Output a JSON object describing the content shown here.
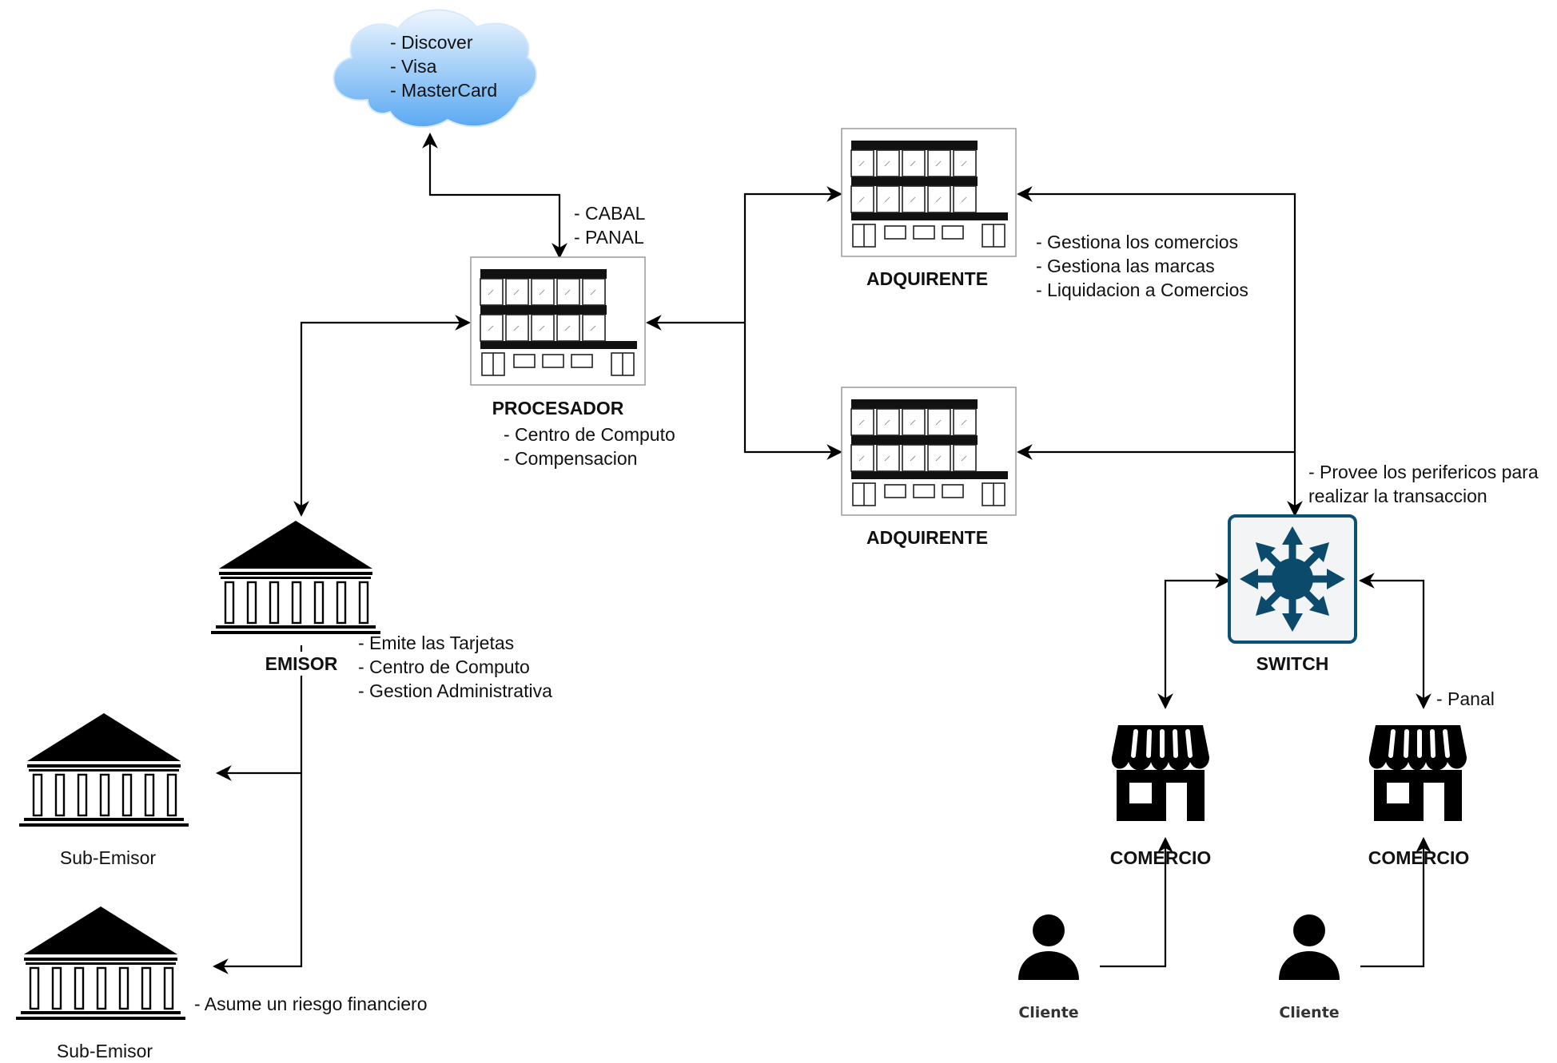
{
  "cloud": {
    "items": [
      "- Discover",
      "- Visa",
      "- MasterCard"
    ]
  },
  "procesador": {
    "top_notes": [
      "- CABAL",
      "- PANAL"
    ],
    "label": "PROCESADOR",
    "notes": [
      "- Centro de Computo",
      "- Compensacion"
    ]
  },
  "adquirentes": [
    {
      "label": "ADQUIRENTE"
    },
    {
      "label": "ADQUIRENTE"
    }
  ],
  "adquirente_notes": [
    "- Gestiona los comercios",
    "- Gestiona las marcas",
    "- Liquidacion a Comercios"
  ],
  "switch": {
    "label": "SWITCH",
    "notes": [
      "- Provee los perifericos para",
      "realizar la transaccion"
    ]
  },
  "emisor": {
    "label": "EMISOR",
    "notes": [
      "- Emite las Tarjetas",
      "- Centro de Computo",
      "- Gestion Administrativa"
    ]
  },
  "sub_emisores": [
    {
      "label": "Sub-Emisor"
    },
    {
      "label": "Sub-Emisor",
      "note": "- Asume un riesgo financiero"
    }
  ],
  "comercios": [
    {
      "label": "COMERCIO"
    },
    {
      "label": "COMERCIO",
      "note": "- Panal"
    }
  ],
  "clientes": [
    {
      "label": "Cliente"
    },
    {
      "label": "Cliente"
    }
  ],
  "colors": {
    "line": "#000000",
    "cloud_light": "#e8f3fd",
    "cloud_dark": "#5aa9f2",
    "switch_border": "#0b5176",
    "switch_fill": "#f2f4f5",
    "switch_icon": "#0b4a6b",
    "icon": "#000000"
  },
  "icons": {
    "cloud": "cloud-icon",
    "building": "office-building-icon",
    "bank": "bank-building-icon",
    "switch": "network-switch-icon",
    "store": "storefront-icon",
    "person": "person-icon"
  }
}
